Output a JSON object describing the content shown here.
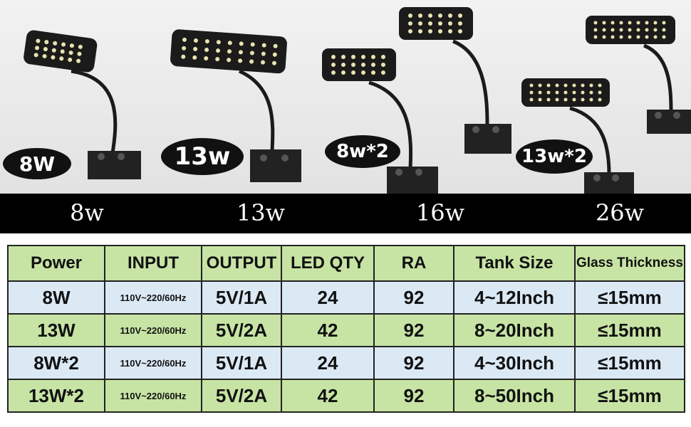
{
  "lamps": [
    {
      "badge": "8W"
    },
    {
      "badge": "13w"
    },
    {
      "badge": "8w*2"
    },
    {
      "badge": "13w*2"
    }
  ],
  "band": [
    "8w",
    "13w",
    "16w",
    "26w"
  ],
  "table": {
    "headers": [
      "Power",
      "INPUT",
      "OUTPUT",
      "LED QTY",
      "RA",
      "Tank Size",
      "Glass Thickness"
    ],
    "rows": [
      [
        "8W",
        "110V~220/60Hz",
        "5V/1A",
        "24",
        "92",
        "4~12Inch",
        "≤15mm"
      ],
      [
        "13W",
        "110V~220/60Hz",
        "5V/2A",
        "42",
        "92",
        "8~20Inch",
        "≤15mm"
      ],
      [
        "8W*2",
        "110V~220/60Hz",
        "5V/1A",
        "24",
        "92",
        "4~30Inch",
        "≤15mm"
      ],
      [
        "13W*2",
        "110V~220/60Hz",
        "5V/2A",
        "42",
        "92",
        "8~50Inch",
        "≤15mm"
      ]
    ]
  },
  "colors": {
    "header_green": "#c7e4a4",
    "row_blue": "#dbe9f5",
    "band": "#000000"
  }
}
